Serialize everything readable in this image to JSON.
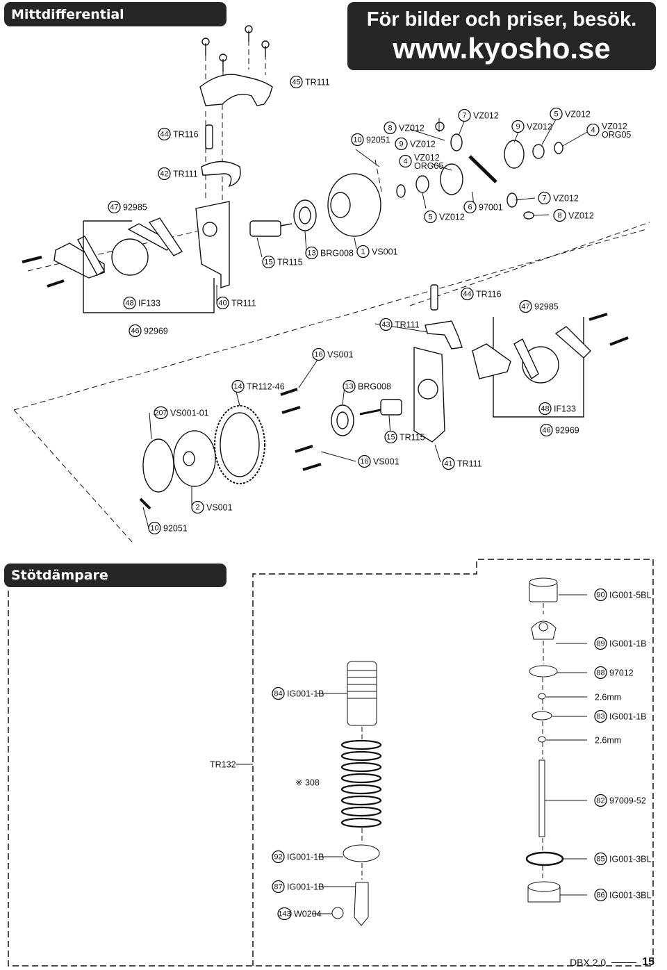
{
  "sections": {
    "mitt": "Mittdifferential",
    "stot": "Stötdämpare"
  },
  "promo": {
    "line1": "För bilder och priser, besök.",
    "line2": "www.kyosho.se"
  },
  "footer": {
    "model": "DBX 2.0",
    "page": "15"
  },
  "callouts": [
    {
      "num": "45",
      "code": "TR111"
    },
    {
      "num": "44",
      "code": "TR116"
    },
    {
      "num": "42",
      "code": "TR111"
    },
    {
      "num": "10",
      "code": "92051"
    },
    {
      "num": "8",
      "code": "VZ012"
    },
    {
      "num": "9",
      "code": "VZ012"
    },
    {
      "num": "4",
      "code": "VZ012",
      "code2": "ORG05"
    },
    {
      "num": "7",
      "code": "VZ012"
    },
    {
      "num": "9",
      "code": "VZ012"
    },
    {
      "num": "5",
      "code": "VZ012"
    },
    {
      "num": "4",
      "code": "VZ012",
      "code2": "ORG05"
    },
    {
      "num": "47",
      "code": "92985"
    },
    {
      "num": "5",
      "code": "VZ012"
    },
    {
      "num": "6",
      "code": "97001"
    },
    {
      "num": "7",
      "code": "VZ012"
    },
    {
      "num": "8",
      "code": "VZ012"
    },
    {
      "num": "15",
      "code": "TR115"
    },
    {
      "num": "13",
      "code": "BRG008"
    },
    {
      "num": "1",
      "code": "VS001"
    },
    {
      "num": "48",
      "code": "IF133"
    },
    {
      "num": "40",
      "code": "TR111"
    },
    {
      "num": "44",
      "code": "TR116"
    },
    {
      "num": "47",
      "code": "92985"
    },
    {
      "num": "46",
      "code": "92969"
    },
    {
      "num": "43",
      "code": "TR111"
    },
    {
      "num": "16",
      "code": "VS001"
    },
    {
      "num": "14",
      "code": "TR112-46"
    },
    {
      "num": "13",
      "code": "BRG008"
    },
    {
      "num": "207",
      "code": "VS001-01"
    },
    {
      "num": "48",
      "code": "IF133"
    },
    {
      "num": "15",
      "code": "TR115"
    },
    {
      "num": "46",
      "code": "92969"
    },
    {
      "num": "16",
      "code": "VS001"
    },
    {
      "num": "41",
      "code": "TR111"
    },
    {
      "num": "2",
      "code": "VS001"
    },
    {
      "num": "10",
      "code": "92051"
    },
    {
      "num": "90",
      "code": "IG001-5BL"
    },
    {
      "num": "89",
      "code": "IG001-1B"
    },
    {
      "num": "88",
      "code": "97012"
    },
    {
      "num": "84",
      "code": "IG001-1B"
    },
    {
      "num": "",
      "code": "2.6mm"
    },
    {
      "num": "83",
      "code": "IG001-1B"
    },
    {
      "num": "",
      "code": "2.6mm"
    },
    {
      "num": "",
      "code": "TR132"
    },
    {
      "num": "※ 308",
      "code": ""
    },
    {
      "num": "82",
      "code": "97009-52"
    },
    {
      "num": "92",
      "code": "IG001-1B"
    },
    {
      "num": "85",
      "code": "IG001-3BL"
    },
    {
      "num": "87",
      "code": "IG001-1B"
    },
    {
      "num": "86",
      "code": "IG001-3BL"
    },
    {
      "num": "143",
      "code": "W0204"
    }
  ]
}
